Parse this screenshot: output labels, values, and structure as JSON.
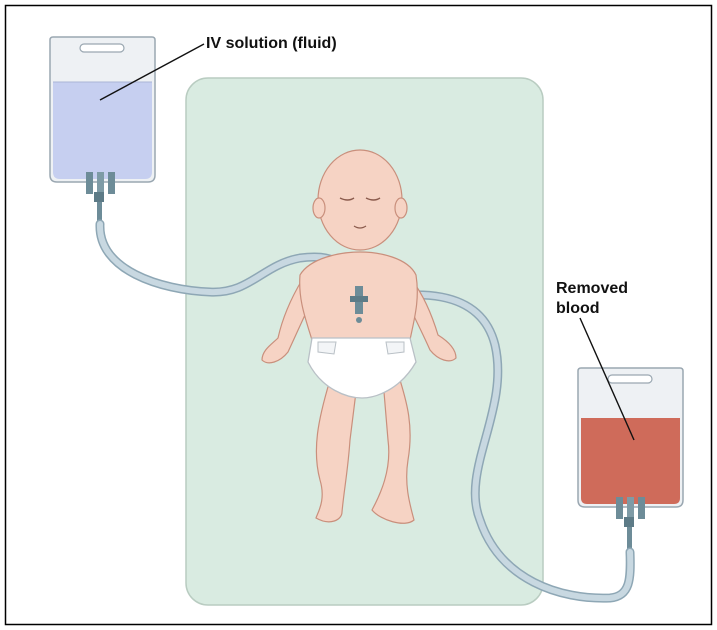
{
  "labels": {
    "iv_solution": "IV solution (fluid)",
    "removed_blood_line1": "Removed",
    "removed_blood_line2": "blood"
  },
  "colors": {
    "bed": "#d9ebe1",
    "bed_border": "#b9ccc1",
    "tubing": "#b7cbd6",
    "tubing_edge": "#8ea7b5",
    "iv_fluid": "#c6cff0",
    "blood": "#cf6b5a",
    "bag_plastic": "#eef1f4",
    "skin": "#f6d3c4",
    "skin_shadow": "#e3ad9a",
    "diaper": "#ffffff",
    "connector": "#6d8c98"
  }
}
